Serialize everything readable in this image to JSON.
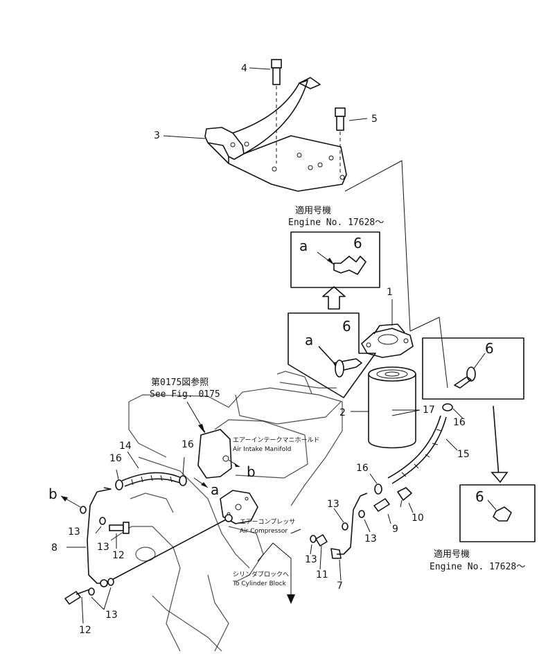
{
  "diagram": {
    "callouts": [
      {
        "id": "c1",
        "text": "1"
      },
      {
        "id": "c2",
        "text": "2"
      },
      {
        "id": "c3",
        "text": "3"
      },
      {
        "id": "c4",
        "text": "4"
      },
      {
        "id": "c5",
        "text": "5"
      },
      {
        "id": "c6a",
        "text": "6"
      },
      {
        "id": "c6b",
        "text": "6"
      },
      {
        "id": "c6c",
        "text": "6"
      },
      {
        "id": "c6d",
        "text": "6"
      },
      {
        "id": "c7",
        "text": "7"
      },
      {
        "id": "c8",
        "text": "8"
      },
      {
        "id": "c9",
        "text": "9"
      },
      {
        "id": "c10",
        "text": "10"
      },
      {
        "id": "c11",
        "text": "11"
      },
      {
        "id": "c12a",
        "text": "12"
      },
      {
        "id": "c12b",
        "text": "12"
      },
      {
        "id": "c13a",
        "text": "13"
      },
      {
        "id": "c13b",
        "text": "13"
      },
      {
        "id": "c13c",
        "text": "13"
      },
      {
        "id": "c13d",
        "text": "13"
      },
      {
        "id": "c13e",
        "text": "13"
      },
      {
        "id": "c13f",
        "text": "13"
      },
      {
        "id": "c14",
        "text": "14"
      },
      {
        "id": "c15",
        "text": "15"
      },
      {
        "id": "c16a",
        "text": "16"
      },
      {
        "id": "c16b",
        "text": "16"
      },
      {
        "id": "c16c",
        "text": "16"
      },
      {
        "id": "c16d",
        "text": "16"
      },
      {
        "id": "c17",
        "text": "17"
      }
    ],
    "letters": {
      "a_top": "a",
      "a_mid": "a",
      "a_engine": "a",
      "b_left": "b",
      "b_engine": "b"
    },
    "labels": {
      "applicable_jp_1": "適用号機",
      "engine_no_1": "Engine No. 17628～",
      "applicable_jp_2": "適用号機",
      "engine_no_2": "Engine No. 17628～",
      "see_fig_jp": "第0175図参照",
      "see_fig_en": "See Fig. 0175",
      "air_intake_jp": "エアーインテークマニホールド",
      "air_intake_en": "Air Intake Manifold",
      "air_comp_jp": "エアーコンプレッサ",
      "air_comp_en": "Air Compressor",
      "cyl_block_jp": "シリンダブロックへ",
      "cyl_block_en": "To Cylinder Block"
    }
  }
}
